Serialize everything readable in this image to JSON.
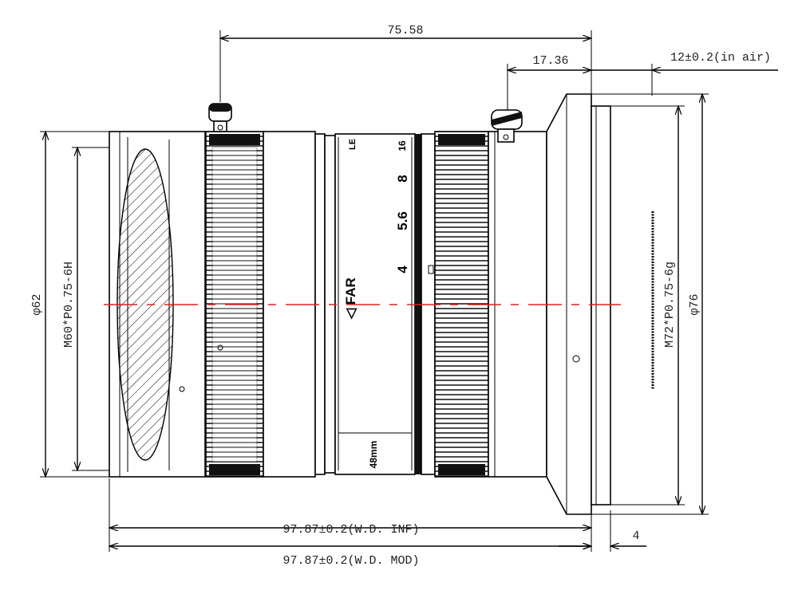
{
  "drawing": {
    "dimensions": {
      "overall_top": "75.58",
      "back_offset": "17.36",
      "flange_back": "12±0.2(in air)",
      "front_diameter": "φ62",
      "front_thread": "M60*P0.75-6H",
      "rear_diameter": "φ76",
      "rear_thread": "M72*P0.75-6g",
      "length_inf": "97.87±0.2(W.D. INF)",
      "length_mod": "97.87±0.2(W.D. MOD)",
      "thread_length": "4"
    },
    "lens_markings": {
      "focus_label": "◁ FAR",
      "apertures": [
        "4",
        "5.6",
        "8",
        "16"
      ],
      "top_mark": "LE",
      "focal_label": "48mm"
    },
    "colors": {
      "centerline": "#e0201c",
      "lines": "#000000"
    }
  }
}
